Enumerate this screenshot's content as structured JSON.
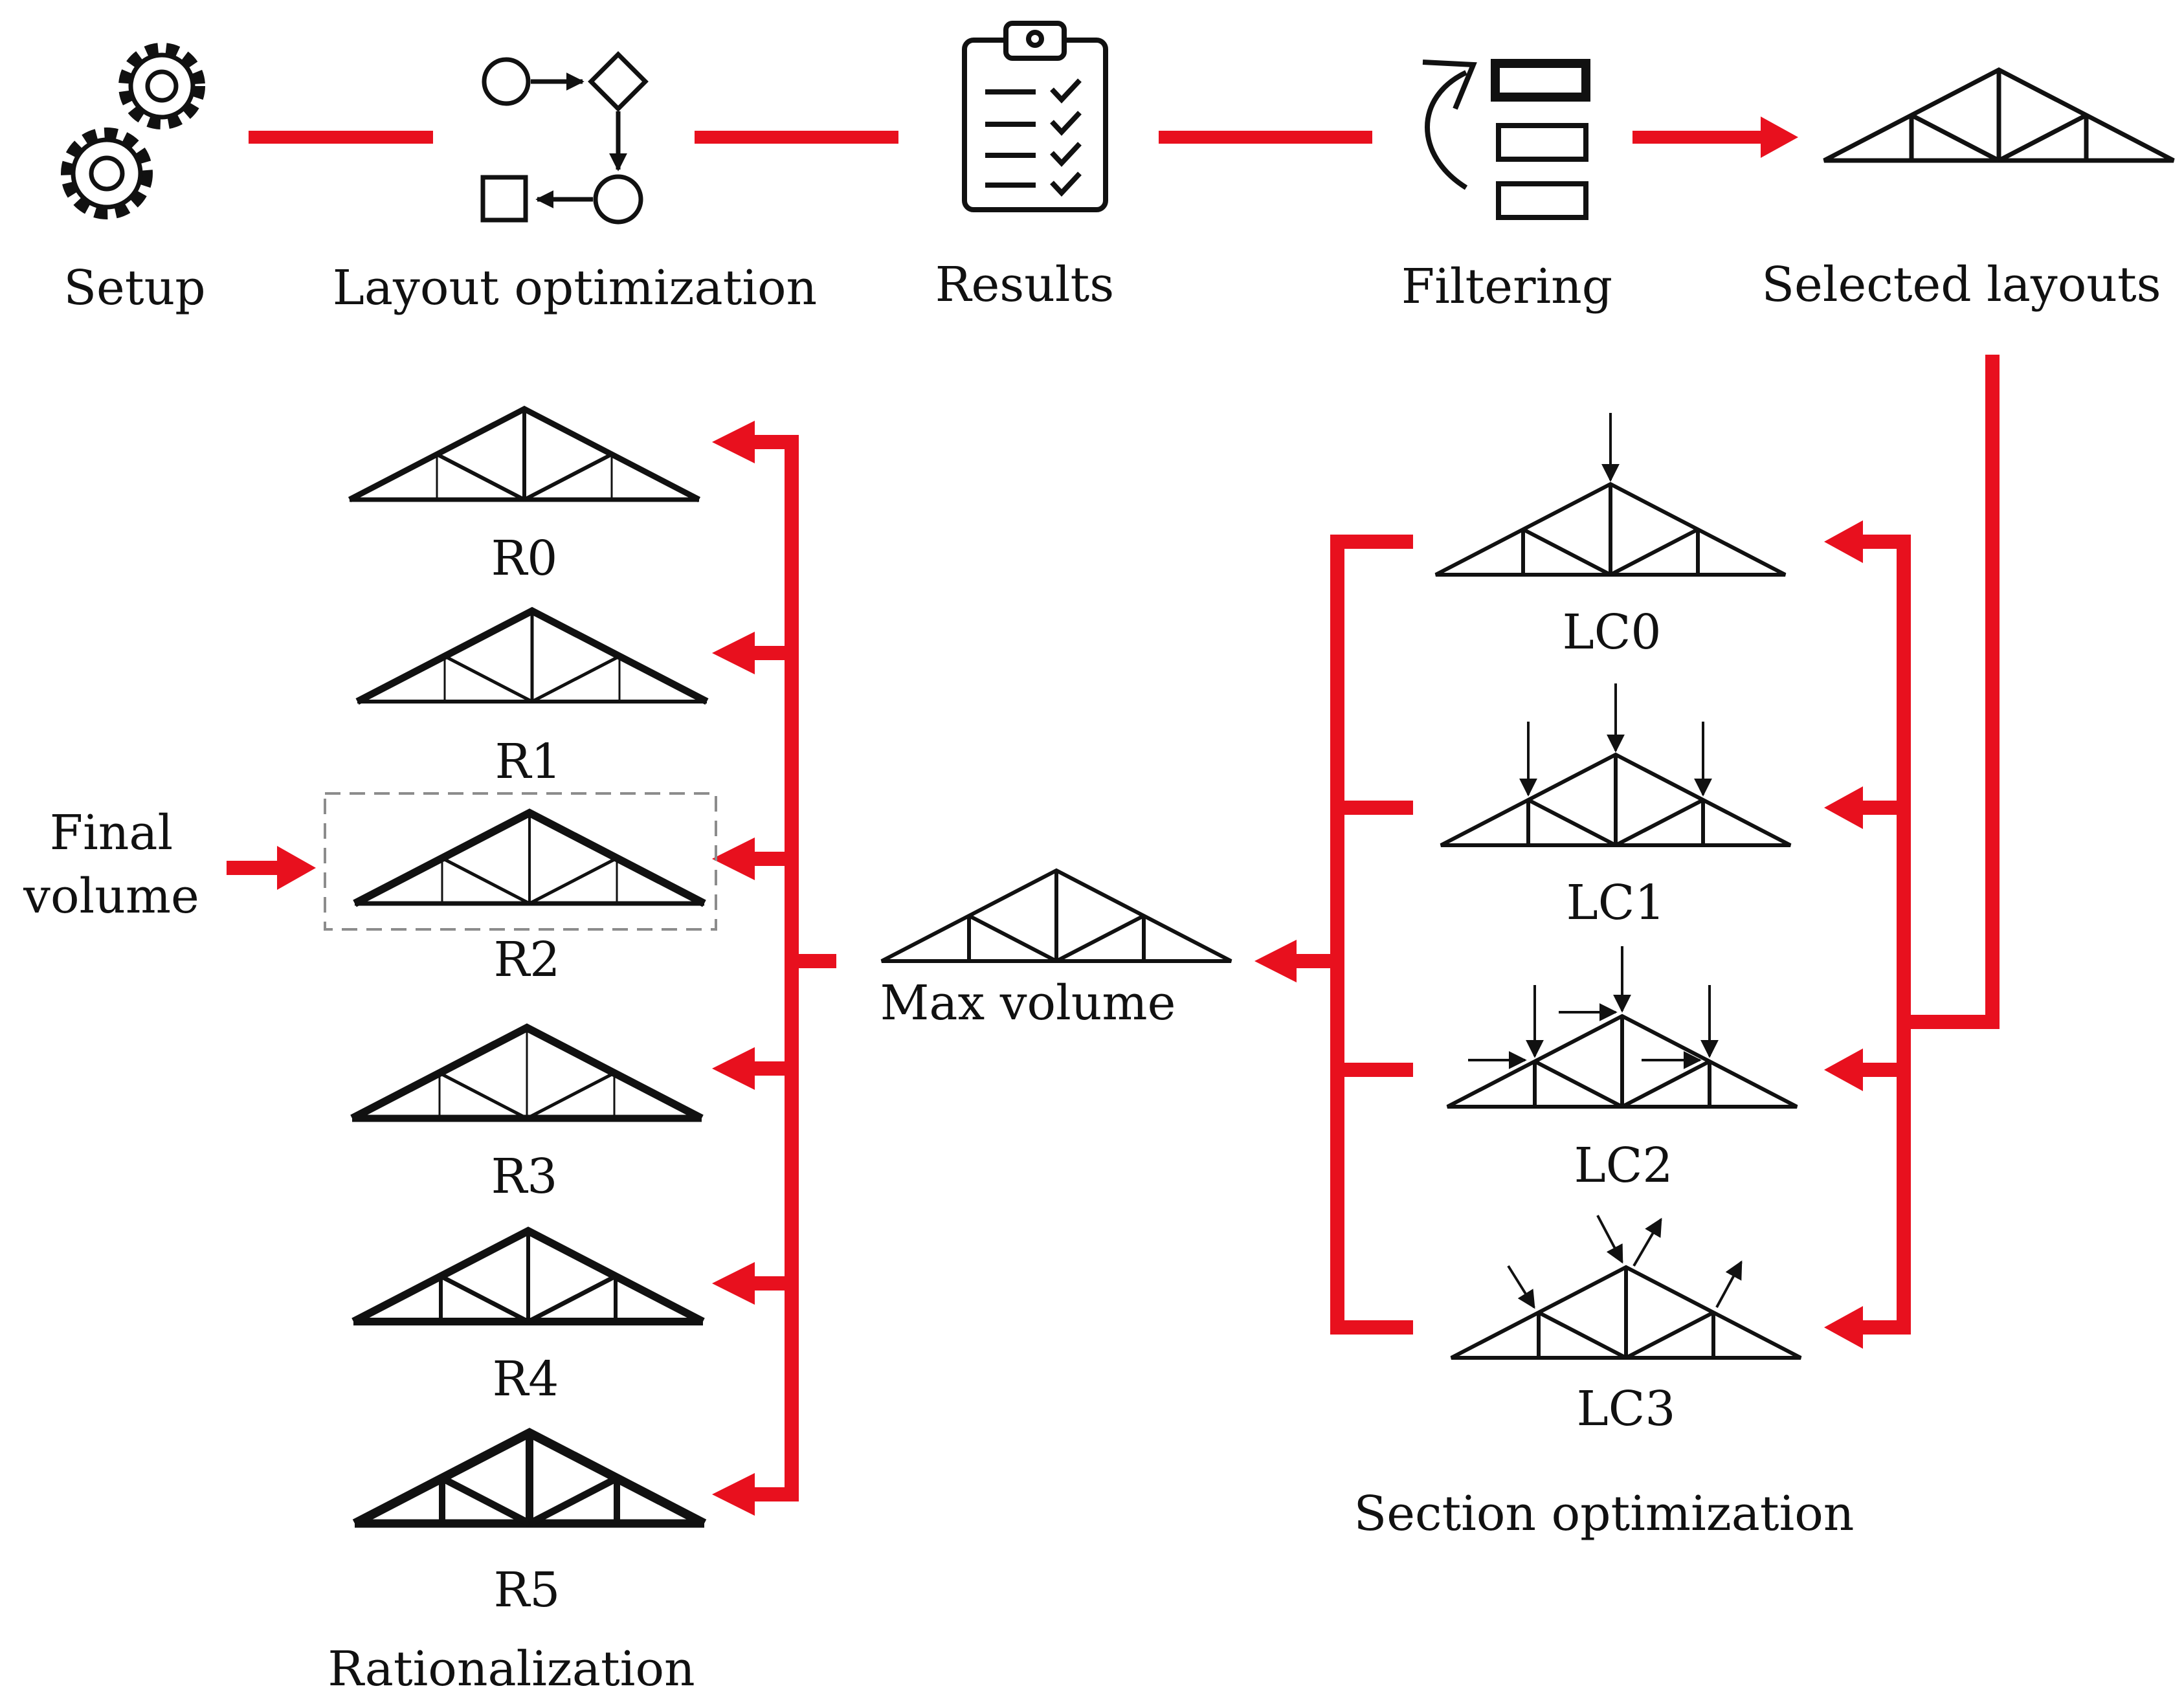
{
  "colors": {
    "accent": "#e8101e",
    "ink": "#111111",
    "frame": "#8c8c8c"
  },
  "pipeline": {
    "steps": [
      {
        "label": "Setup",
        "icon": "gears-icon"
      },
      {
        "label": "Layout optimization",
        "icon": "flowchart-icon"
      },
      {
        "label": "Results",
        "icon": "clipboard-checklist-icon"
      },
      {
        "label": "Filtering",
        "icon": "filter-stack-icon"
      },
      {
        "label": "Selected layouts",
        "icon": "truss-icon"
      }
    ]
  },
  "rationalization": {
    "title": "Rationalization",
    "items": [
      {
        "label": "R0"
      },
      {
        "label": "R1"
      },
      {
        "label": "R2"
      },
      {
        "label": "R3"
      },
      {
        "label": "R4"
      },
      {
        "label": "R5"
      }
    ],
    "final_label_line1": "Final",
    "final_label_line2": "volume"
  },
  "max_volume": {
    "label": "Max volume"
  },
  "section_optimization": {
    "title": "Section optimization",
    "items": [
      {
        "label": "LC0"
      },
      {
        "label": "LC1"
      },
      {
        "label": "LC2"
      },
      {
        "label": "LC3"
      }
    ]
  }
}
